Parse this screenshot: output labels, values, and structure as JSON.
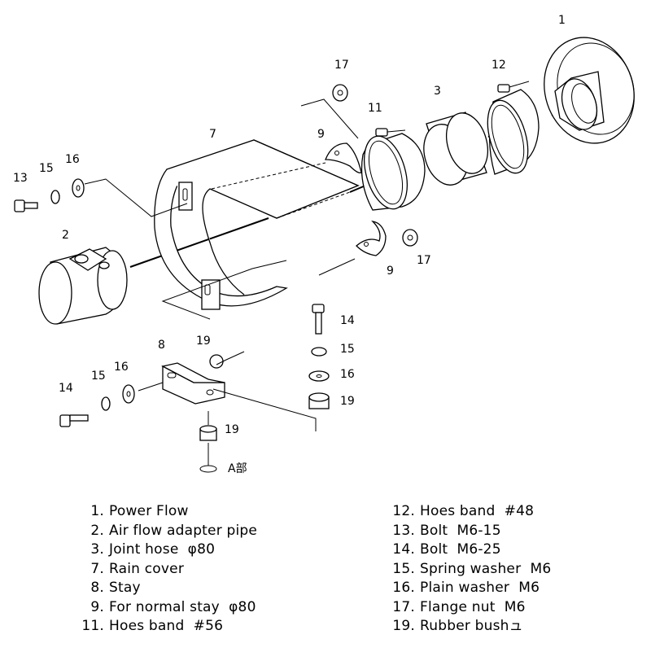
{
  "callouts": {
    "c1": "1",
    "c2": "2",
    "c3": "3",
    "c7": "7",
    "c8": "8",
    "c9_top": "9",
    "c9_bottom": "9",
    "c11": "11",
    "c12": "12",
    "c13": "13",
    "c14_left": "14",
    "c14_right": "14",
    "c15_left_top": "15",
    "c15_left_bottom": "15",
    "c15_right": "15",
    "c16_left_top": "16",
    "c16_left_bottom": "16",
    "c16_right": "16",
    "c17_top": "17",
    "c17_bottom": "17",
    "c19_stay_top": "19",
    "c19_stay_bottom": "19",
    "c19_right": "19",
    "detail_a": "A部"
  },
  "legend_left": [
    {
      "num": "1.",
      "label": "Power Flow"
    },
    {
      "num": "2.",
      "label": "Air flow adapter pipe"
    },
    {
      "num": "3.",
      "label": "Joint hose  φ80"
    },
    {
      "num": "7.",
      "label": "Rain cover"
    },
    {
      "num": "8.",
      "label": "Stay"
    },
    {
      "num": "9.",
      "label": "For normal stay  φ80"
    },
    {
      "num": "11.",
      "label": "Hoes band  #56"
    }
  ],
  "legend_right": [
    {
      "num": "12.",
      "label": "Hoes band  #48"
    },
    {
      "num": "13.",
      "label": "Bolt  M6-15"
    },
    {
      "num": "14.",
      "label": "Bolt  M6-25"
    },
    {
      "num": "15.",
      "label": "Spring washer  M6"
    },
    {
      "num": "16.",
      "label": "Plain washer  M6"
    },
    {
      "num": "17.",
      "label": "Flange nut  M6"
    },
    {
      "num": "19.",
      "label": "Rubber bushュ"
    }
  ]
}
